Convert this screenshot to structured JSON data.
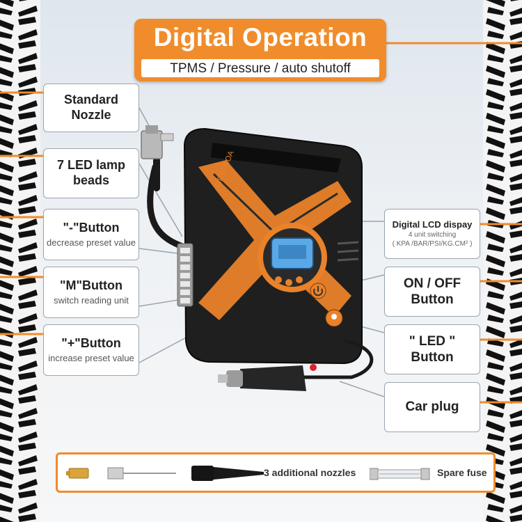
{
  "header": {
    "title": "Digital Operation",
    "subtitle": "TPMS / Pressure / auto shutoff"
  },
  "device": {
    "brand": "FIRSTNOA"
  },
  "labels_left": [
    {
      "title": "Standard\nNozzle",
      "desc": ""
    },
    {
      "title": "7 LED lamp\nbeads",
      "desc": ""
    },
    {
      "title": "\"-\"Button",
      "desc": "decrease preset value"
    },
    {
      "title": "\"M\"Button",
      "desc": "switch reading unit"
    },
    {
      "title": "\"+\"Button",
      "desc": "increase preset value"
    }
  ],
  "labels_right": [
    {
      "title": "Digital LCD dispay",
      "desc": "4 unit switching",
      "desc2": "( KPA /BAR/PSI/KG.CM² )"
    },
    {
      "title": "ON / OFF\nButton"
    },
    {
      "title": "\" LED \"\nButton"
    },
    {
      "title": "Car plug"
    }
  ],
  "accessories": {
    "nozzles_label": "3 additional nozzles",
    "fuse_label": "Spare fuse"
  },
  "colors": {
    "accent": "#f08c2b",
    "device_body": "#1f1f1f",
    "lcd": "#5aa8e6"
  },
  "icons": [
    "tire-track",
    "nozzle",
    "led-lamp",
    "lcd-display",
    "power",
    "lightbulb",
    "car-plug",
    "fuse"
  ]
}
